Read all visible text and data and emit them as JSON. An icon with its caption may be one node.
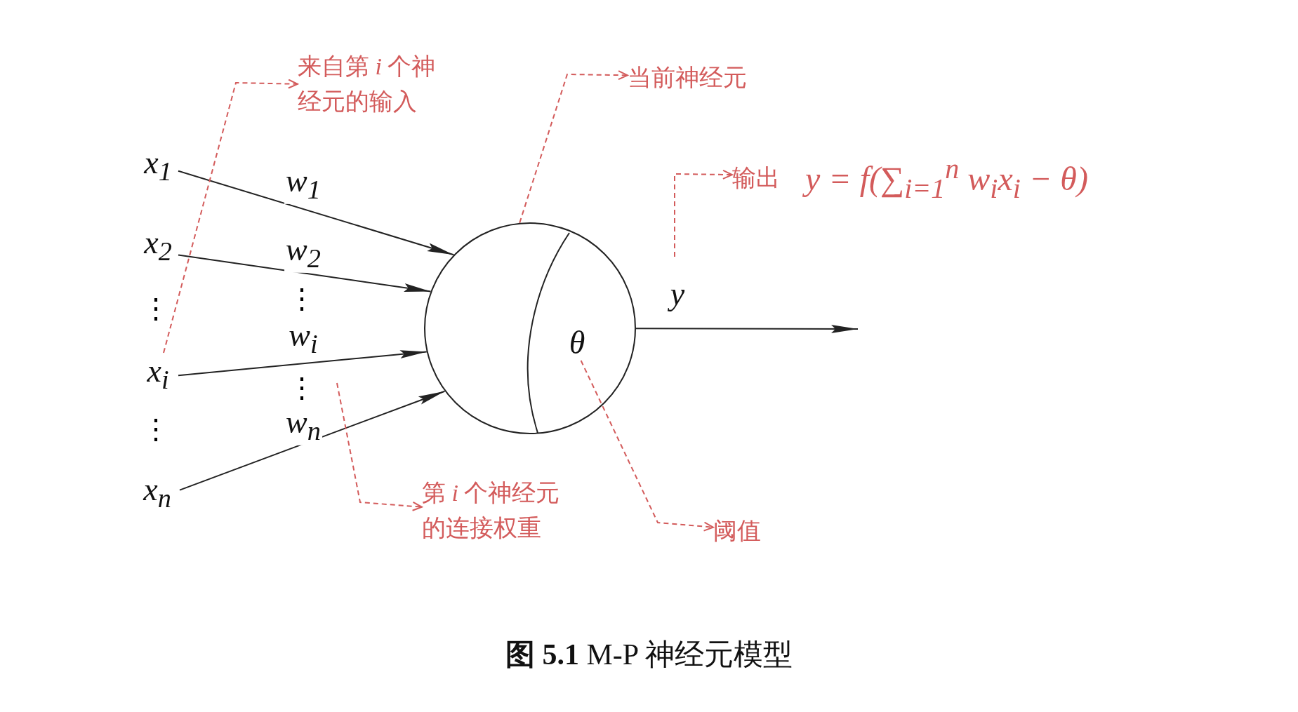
{
  "diagram": {
    "caption": "**图 5.1** M-P 神经元模型",
    "nodes": [
      {
        "text": [
          "x$_{1}$"
        ]
      },
      {
        "text": [
          "x$_{2}$"
        ]
      },
      {
        "text": [
          "x$_{i}$"
        ]
      },
      {
        "text": [
          "x$_{n}$"
        ]
      },
      {
        "text": [],
        "shape": "circle"
      },
      {
        "text": [
          "θ"
        ],
        "in": 4
      },
      {
        "text": [
          "来自第 *i* 个神经元的输入"
        ]
      },
      {
        "text": [
          "当前神经元"
        ]
      },
      {
        "text": [
          "输出",
          "y = f(∑$_{i=1}$$^{n}$ w$_{i}$x$_{i}$ − θ)"
        ]
      },
      {
        "text": [
          "第 *i* 个神经元的连接权重"
        ]
      },
      {
        "text": [
          "阈值"
        ]
      }
    ],
    "edges": [
      {
        "from": 0,
        "to": 4,
        "arrow": "to",
        "label": "w$_{1}$"
      },
      {
        "from": 1,
        "to": 4,
        "arrow": "to",
        "label": "w$_{2}$"
      },
      {
        "from": 2,
        "to": 4,
        "arrow": "to",
        "label": "w$_{i}$"
      },
      {
        "from": 3,
        "to": 4,
        "arrow": "to",
        "label": "w$_{n}$"
      },
      {
        "from": 4,
        "to": null,
        "arrow": "to",
        "label": "y"
      },
      {
        "from": 2,
        "to": 6,
        "arrow": "to",
        "style": "dashed",
        "color": "#d35b5b"
      },
      {
        "from": 4,
        "to": 7,
        "arrow": "to",
        "style": "dashed",
        "color": "#d35b5b"
      },
      {
        "from": null,
        "to": 8,
        "arrow": "to",
        "style": "dashed",
        "color": "#d35b5b"
      },
      {
        "from": null,
        "to": 9,
        "arrow": "to",
        "style": "dashed",
        "color": "#d35b5b"
      },
      {
        "from": 5,
        "to": 10,
        "arrow": "to",
        "style": "dashed",
        "color": "#d35b5b"
      }
    ],
    "labels": [
      "⋮",
      "⋮",
      "⋮",
      "⋮"
    ]
  }
}
